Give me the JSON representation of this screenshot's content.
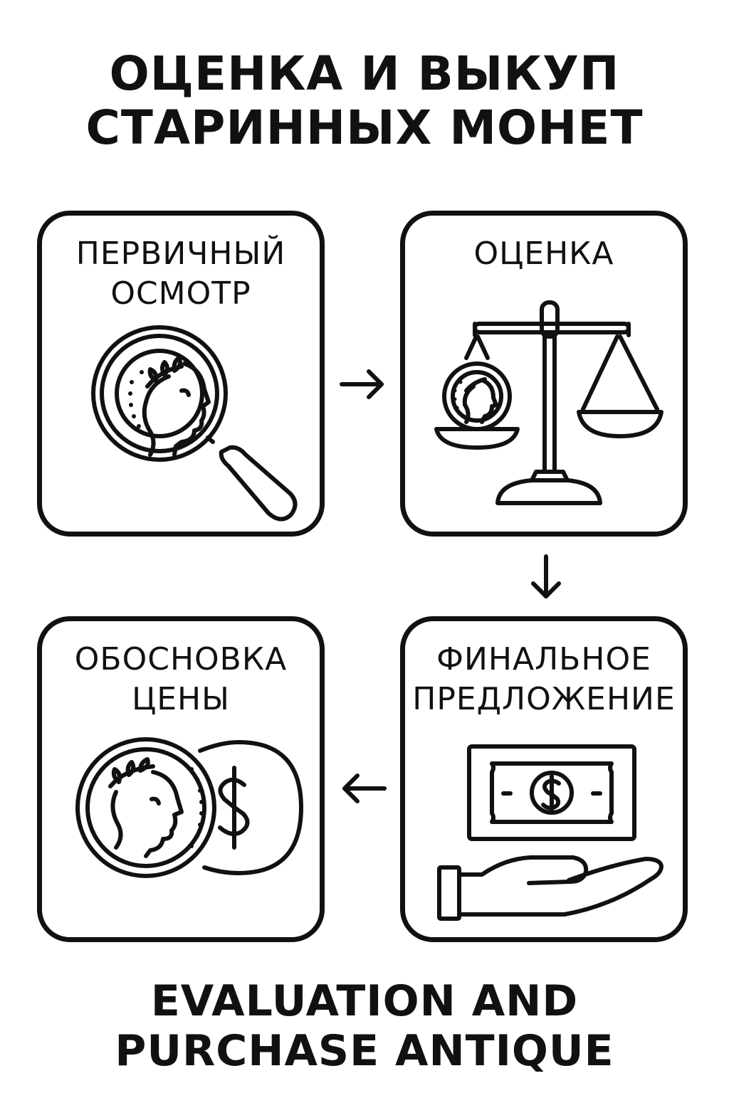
{
  "title_top": {
    "line1": "ОЦЕНКА И ВЫКУП",
    "line2": "СТАРИННЫХ МОНЕТ"
  },
  "title_bottom": {
    "line1": "EVALUATION AND",
    "line2": "PURCHASE ANTIQUE"
  },
  "steps": [
    {
      "line1": "ПЕРВИЧНЫЙ",
      "line2": "ОСМОТР",
      "icon": "magnifier-coin-icon"
    },
    {
      "line1": "ОЦЕНКА",
      "line2": "",
      "icon": "balance-scale-icon"
    },
    {
      "line1": "ФИНАЛЬНОЕ",
      "line2": "ПРЕДЛОЖЕНИЕ",
      "icon": "banknote-hand-icon"
    },
    {
      "line1": "ОБОСНОВКА",
      "line2": "ЦЕНЫ",
      "icon": "coin-dollar-icon"
    }
  ],
  "arrows": [
    "right-arrow-icon",
    "down-arrow-icon",
    "left-arrow-icon"
  ],
  "colors": {
    "line": "#111111",
    "background": "#ffffff"
  }
}
